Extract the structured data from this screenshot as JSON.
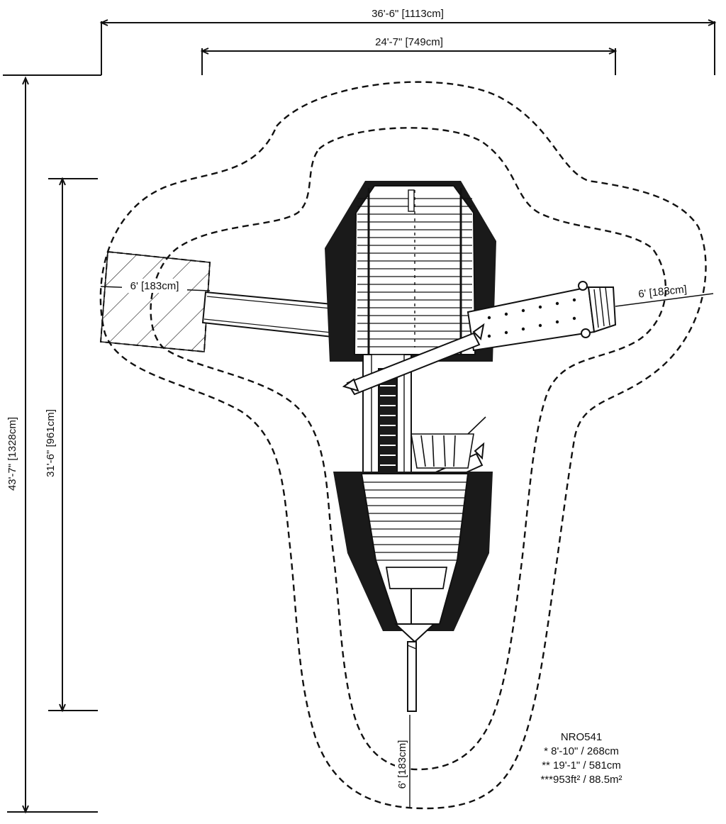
{
  "dimensions": {
    "overall_width": "36'-6\" [1113cm]",
    "structure_width": "24'-7\" [749cm]",
    "overall_length": "43'-7\" [1328cm]",
    "structure_length": "31'-6\" [961cm]",
    "clearance_left": "6' [183cm]",
    "clearance_right": "6' [183cm]",
    "clearance_bottom": "6' [183cm]"
  },
  "legend": {
    "model": "NRO541",
    "line1": "* 8'-10\" / 268cm",
    "line2": "** 19'-1\" / 581cm",
    "line3": "***953ft² / 88.5m²"
  },
  "colors": {
    "line": "#111111",
    "fill_dark": "#1a1a1a",
    "paper": "#ffffff"
  }
}
